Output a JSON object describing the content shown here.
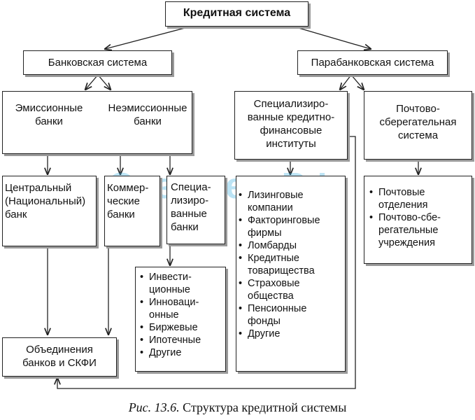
{
  "root": {
    "title": "Кредитная система"
  },
  "banking": {
    "title": "Банковская система",
    "emission": [
      "Эмиссионные",
      "банки"
    ],
    "non_emission": [
      "Неэмиссионные",
      "банки"
    ],
    "central": [
      "Центральный",
      "(Национальный)",
      "банк"
    ],
    "commercial": [
      "Коммер-",
      "ческие",
      "банки"
    ],
    "specialized": [
      "Специа-",
      "лизиро-",
      "ванные",
      "банки"
    ],
    "specialized_types": [
      "Инвести-",
      "ционные",
      "Инноваци-",
      "онные",
      "Биржевые",
      "Ипотечные",
      "Другие"
    ],
    "unions": [
      "Объединения",
      "банков и СКФИ"
    ]
  },
  "parabanking": {
    "title": "Парабанковская система",
    "institutes": [
      "Специализиро-",
      "ванные кредитно-",
      "финансовые",
      "институты"
    ],
    "institute_types": [
      [
        "Лизинговые",
        "компании"
      ],
      [
        "Факторинговые",
        "фирмы"
      ],
      [
        "Ломбарды"
      ],
      [
        "Кредитные",
        "товарищества"
      ],
      [
        "Страховые",
        "общества"
      ],
      [
        "Пенсионные",
        "фонды"
      ],
      [
        "Другие"
      ]
    ],
    "postal": [
      "Почтово-",
      "сберегательная",
      "система"
    ],
    "postal_types": [
      [
        "Почтовые",
        "отделения"
      ],
      [
        "Почтово-сбе-",
        "регательные",
        "учреждения"
      ]
    ]
  },
  "watermark": "Экзамен.РФ",
  "caption": {
    "prefix": "Рис. 13.6.",
    "text": "Структура кредитной системы"
  }
}
